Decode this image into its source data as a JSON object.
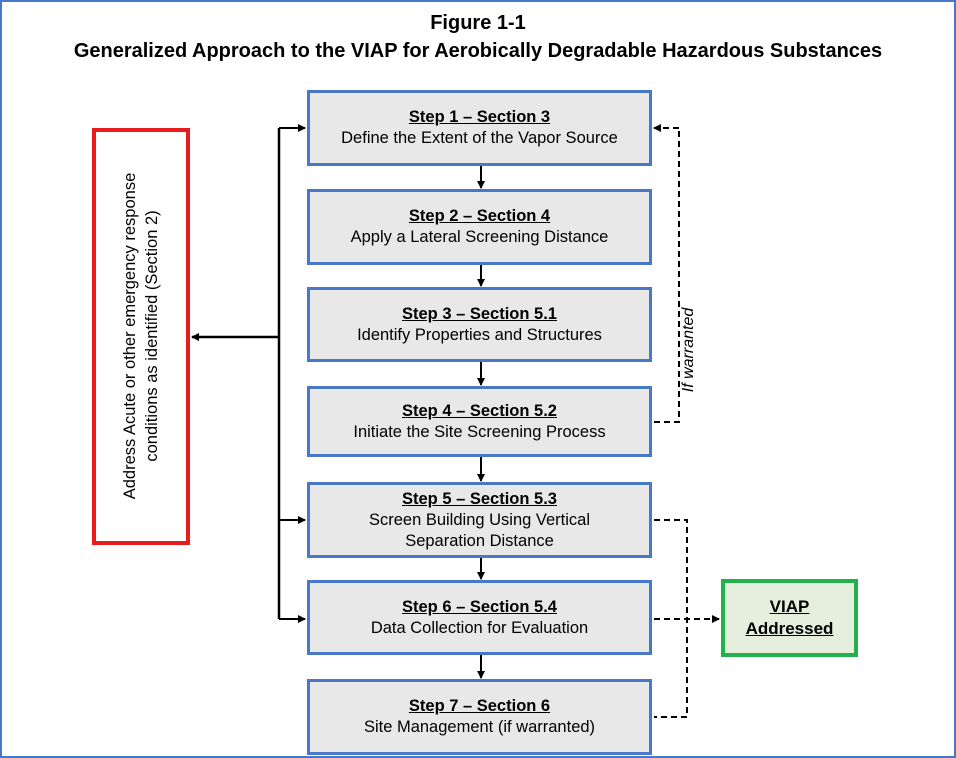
{
  "title": {
    "line1": "Figure 1-1",
    "line2": "Generalized Approach to the VIAP for Aerobically Degradable Hazardous Substances"
  },
  "steps": [
    {
      "heading": "Step 1 – Section 3",
      "text": "Define the Extent of the Vapor Source"
    },
    {
      "heading": "Step 2 – Section 4",
      "text": "Apply a Lateral Screening Distance"
    },
    {
      "heading": "Step 3 – Section 5.1",
      "text": "Identify Properties and Structures"
    },
    {
      "heading": "Step 4 – Section 5.2",
      "text": "Initiate the Site Screening Process"
    },
    {
      "heading": "Step 5 – Section 5.3",
      "text": "Screen Building Using Vertical Separation Distance"
    },
    {
      "heading": "Step 6 – Section 5.4",
      "text": "Data Collection for Evaluation"
    },
    {
      "heading": "Step 7 – Section 6",
      "text": "Site Management (if warranted)"
    }
  ],
  "emergency_box": {
    "text": "Address Acute or other emergency response conditions as identified (Section 2)"
  },
  "outcome_box": {
    "line1": "VIAP",
    "line2": "Addressed"
  },
  "feedback_label": "If warranted",
  "colors": {
    "step_border": "#4a78c8",
    "step_fill": "#e8e8e8",
    "emergency_border": "#e81c1c",
    "outcome_border": "#22b24c",
    "outcome_fill": "#e6efdd"
  }
}
